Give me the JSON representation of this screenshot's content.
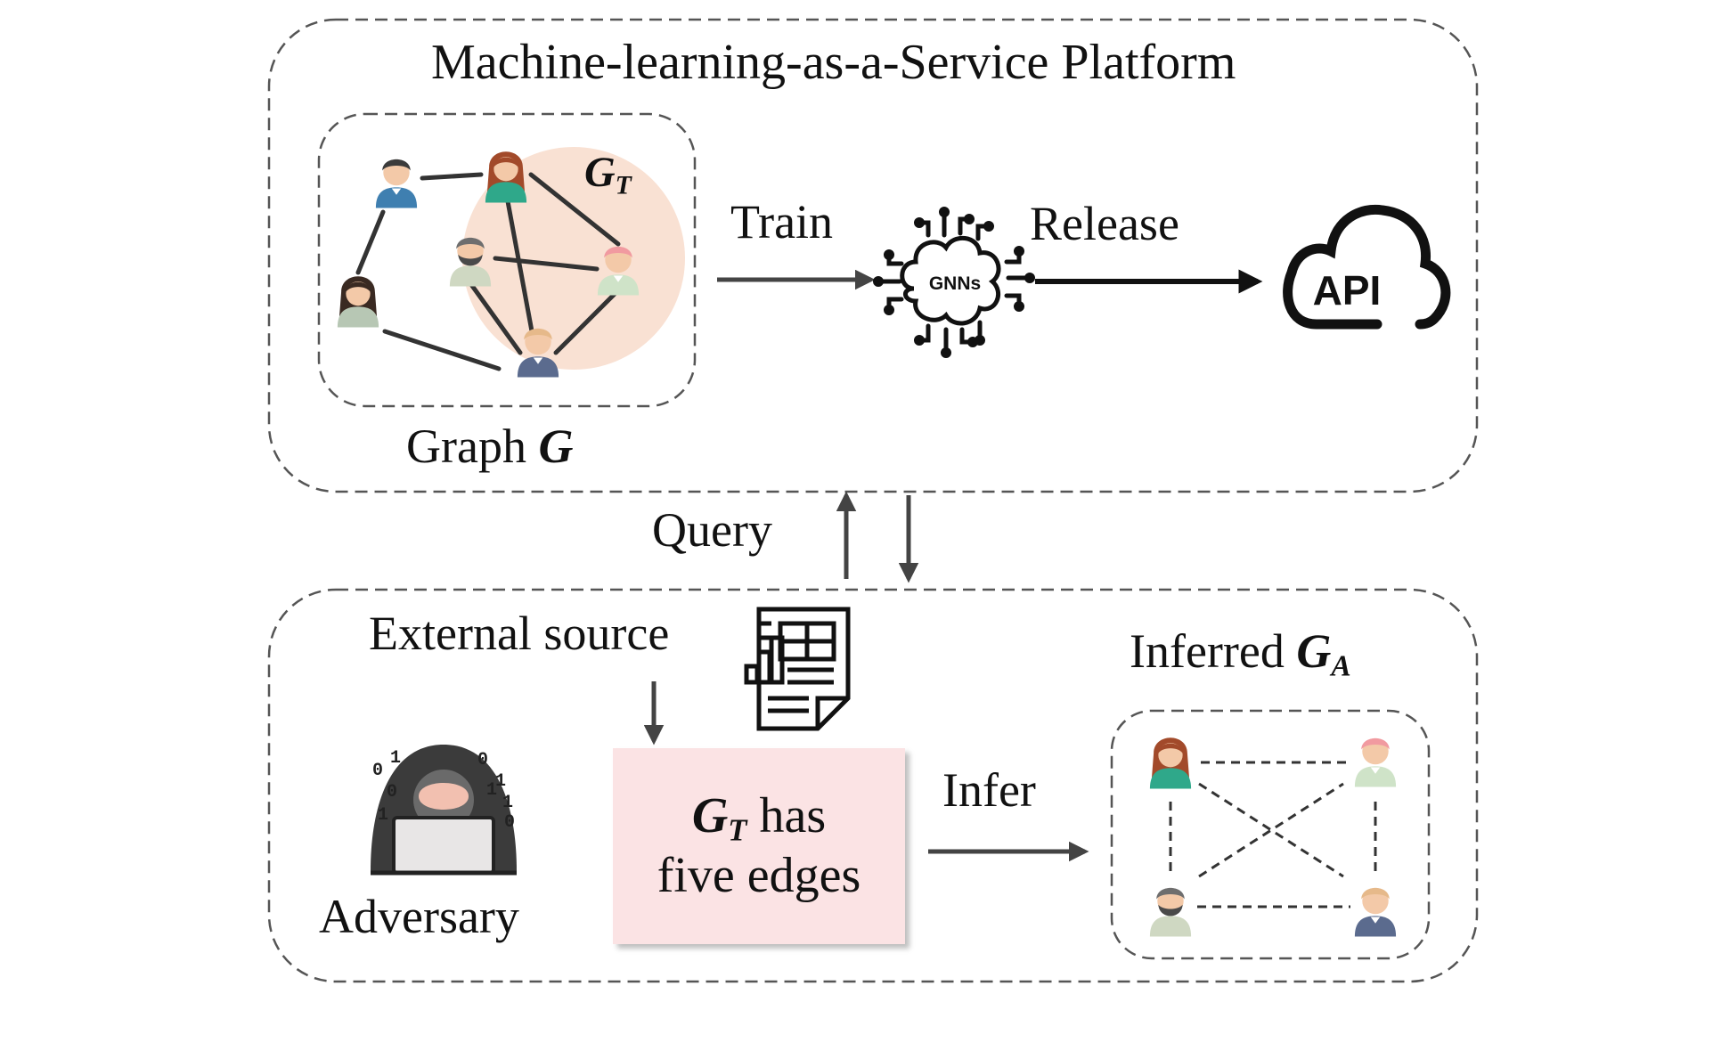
{
  "platform": {
    "title": "Machine-learning-as-a-Service Platform",
    "graph_label": "Graph",
    "graph_symbol": "G",
    "subgraph_symbol": "G",
    "subgraph_subscript": "T",
    "train_label": "Train",
    "model_label": "GNNs",
    "release_label": "Release",
    "api_label": "API"
  },
  "query_label": "Query",
  "adversary_side": {
    "external_source_label": "External source",
    "adversary_label": "Adversary",
    "knowledge_symbol": "G",
    "knowledge_subscript": "T",
    "knowledge_rest": "has",
    "knowledge_line2": "five edges",
    "infer_label": "Infer",
    "inferred_label": "Inferred",
    "inferred_symbol": "G",
    "inferred_subscript": "A"
  },
  "colors": {
    "dash_border": "#555555",
    "subgraph_fill": "#f9e1d3",
    "knowledge_box_fill": "#fbe3e4",
    "arrow": "#444444"
  },
  "icons": [
    "person-icon",
    "neural-network-icon",
    "api-cloud-icon",
    "hacker-icon",
    "document-chart-icon"
  ]
}
